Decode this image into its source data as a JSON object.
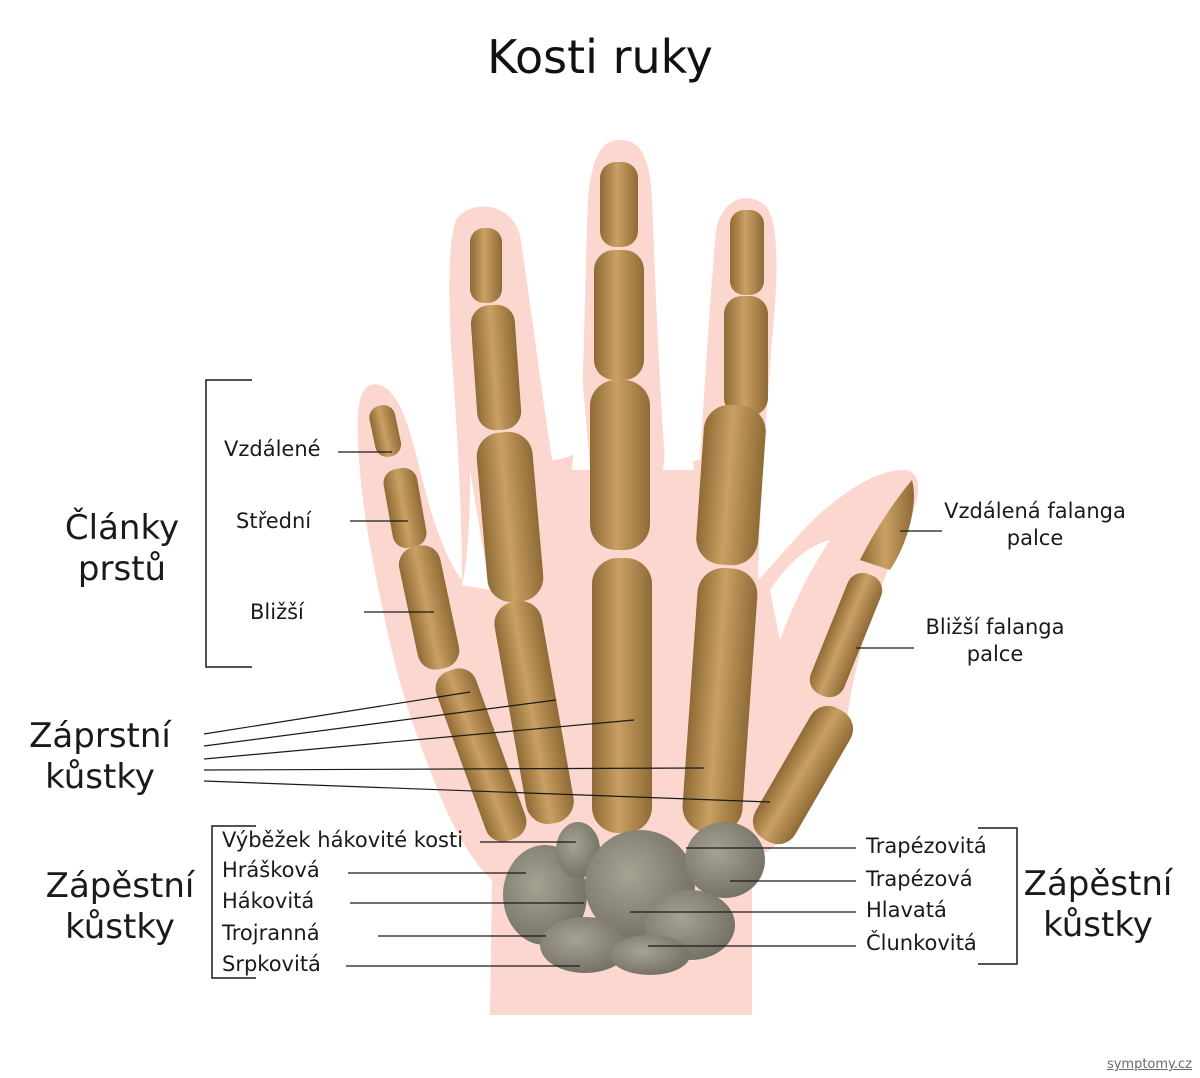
{
  "title": "Kosti ruky",
  "groups": {
    "phalanges": "Články prstů",
    "metacarpals": "Záprstní kůstky",
    "carpals_left": "Zápěstní kůstky",
    "carpals_right": "Zápěstní kůstky"
  },
  "phalanx_labels": {
    "distal": "Vzdálené",
    "middle": "Střední",
    "proximal": "Bližší"
  },
  "thumb_labels": {
    "distal": [
      "Vzdálená falanga",
      "palce"
    ],
    "proximal": [
      "Bližší falanga",
      "palce"
    ]
  },
  "carpal_left_labels": [
    "Výběžek hákovité kosti",
    "Hrášková",
    "Hákovitá",
    "Trojranná",
    "Srpkovitá"
  ],
  "carpal_right_labels": [
    "Trapézovitá",
    "Trapézová",
    "Hlavatá",
    "Člunkovitá"
  ],
  "colors": {
    "skin": "#fcd7cf",
    "bone": "#b98d4f",
    "bone_dark": "#8f6a35",
    "carpal": "#8d897b",
    "carpal_dark": "#6e6b60",
    "line": "#1a1a1a"
  },
  "watermark": "symptomy.cz"
}
